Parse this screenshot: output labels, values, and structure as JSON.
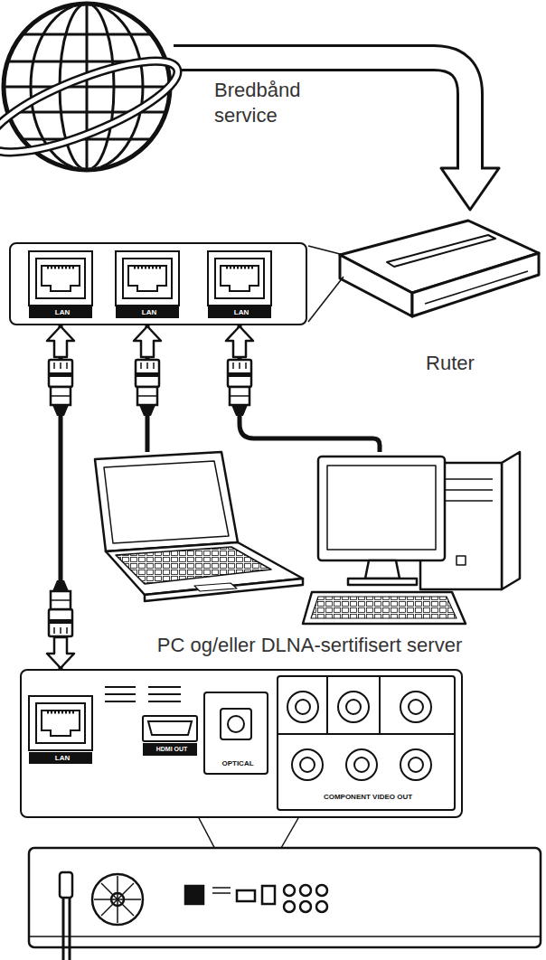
{
  "diagram": {
    "nodes": [
      {
        "text": [
          "Bredbånd service"
        ]
      },
      {
        "text": [
          "Ruter"
        ]
      },
      {
        "text": [
          "LAN",
          "LAN",
          "LAN"
        ]
      },
      {
        "text": [
          "PC og/eller DLNA-sertifisert server"
        ]
      },
      {
        "text": [
          "LAN",
          "HDMI OUT",
          "OPTICAL",
          "COMPONENT VIDEO OUT"
        ]
      }
    ],
    "edges": [
      {
        "from": 0,
        "to": 1,
        "arrow": "to"
      },
      {
        "from": 3,
        "to": 2,
        "arrow": "to"
      },
      {
        "from": 3,
        "to": 2,
        "arrow": "to"
      },
      {
        "from": 4,
        "to": 2,
        "arrow": "both"
      }
    ]
  }
}
